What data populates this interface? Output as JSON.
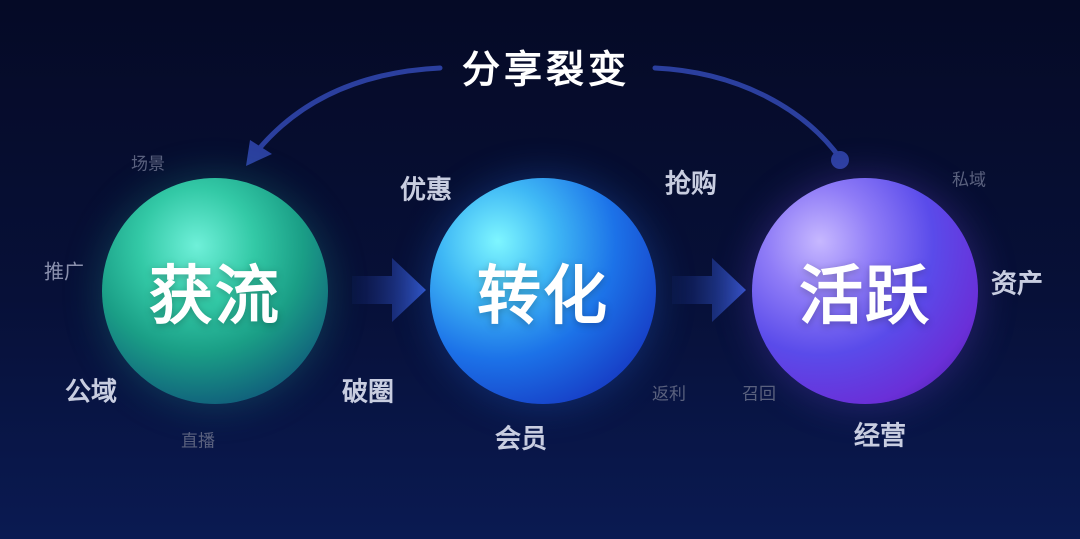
{
  "title": "分享裂变",
  "nodes": [
    {
      "label": "获流"
    },
    {
      "label": "转化"
    },
    {
      "label": "活跃"
    }
  ],
  "tags": {
    "node1": {
      "t1": "场景",
      "t2": "推广",
      "t3": "公域",
      "t4": "直播"
    },
    "node2": {
      "t1": "优惠",
      "t2": "破圈",
      "t3": "会员",
      "t4": "返利"
    },
    "node3": {
      "t1": "抢购",
      "t2": "召回",
      "t3": "私域",
      "t4": "资产",
      "t5": "经营"
    }
  },
  "colors": {
    "background": "#050a26",
    "arrow": "#2b3f9e",
    "chevron": "#2d4ab5",
    "node1": "#33c9a6",
    "node2": "#1c72e8",
    "node3": "#5a4bea"
  }
}
